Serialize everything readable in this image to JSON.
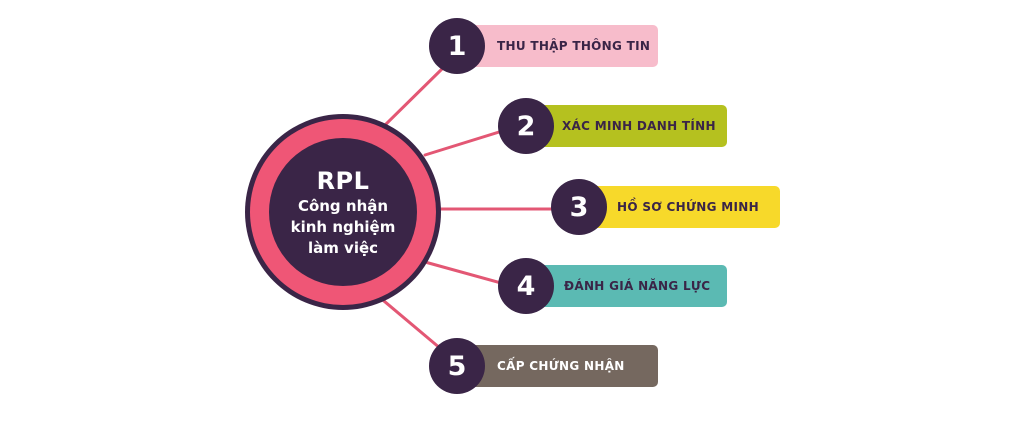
{
  "hub": {
    "title": "RPL",
    "line1": "Công nhận",
    "line2": "kinh nghiệm",
    "line3": "làm việc"
  },
  "colors": {
    "hub_dark": "#3a2547",
    "hub_ring": "#ef5676",
    "connector": "#e35774",
    "label_text": "#3a2547"
  },
  "steps": [
    {
      "number": "1",
      "label": "THU THẬP THÔNG TIN",
      "color": "#f7bccb",
      "text_color": "#3a2547"
    },
    {
      "number": "2",
      "label": "XÁC MINH DANH TÍNH",
      "color": "#b5c11f",
      "text_color": "#3a2547"
    },
    {
      "number": "3",
      "label": "HỒ SƠ CHỨNG MINH",
      "color": "#f7d92a",
      "text_color": "#3a2547"
    },
    {
      "number": "4",
      "label": "ĐÁNH GIÁ NĂNG LỰC",
      "color": "#5bbab3",
      "text_color": "#3a2547"
    },
    {
      "number": "5",
      "label": "CẤP CHỨNG NHẬN",
      "color": "#75685f",
      "text_color": "#ffffff"
    }
  ]
}
